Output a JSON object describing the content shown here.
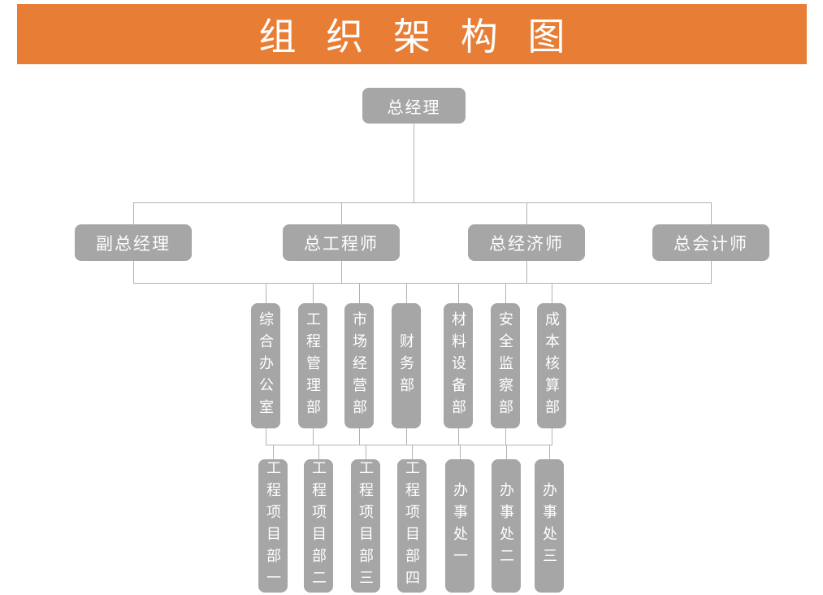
{
  "title": "组 织 架 构 图",
  "colors": {
    "banner_orange": "#E87E35",
    "node_gray": "#A6A6A6",
    "line_gray": "#B3B3B3",
    "text_white": "#FFFFFF"
  },
  "org": {
    "level1": {
      "label": "总经理"
    },
    "level2": [
      {
        "label": "副总经理"
      },
      {
        "label": "总工程师"
      },
      {
        "label": "总经济师"
      },
      {
        "label": "总会计师"
      }
    ],
    "level3": [
      {
        "label": "综合办公室"
      },
      {
        "label": "工程管理部"
      },
      {
        "label": "市场经营部"
      },
      {
        "label": "财务部"
      },
      {
        "label": "材料设备部"
      },
      {
        "label": "安全监察部"
      },
      {
        "label": "成本核算部"
      }
    ],
    "level4": [
      {
        "label": "工程项目部一"
      },
      {
        "label": "工程项目部二"
      },
      {
        "label": "工程项目部三"
      },
      {
        "label": "工程项目部四"
      },
      {
        "label": "办事处一"
      },
      {
        "label": "办事处二"
      },
      {
        "label": "办事处三"
      }
    ]
  }
}
